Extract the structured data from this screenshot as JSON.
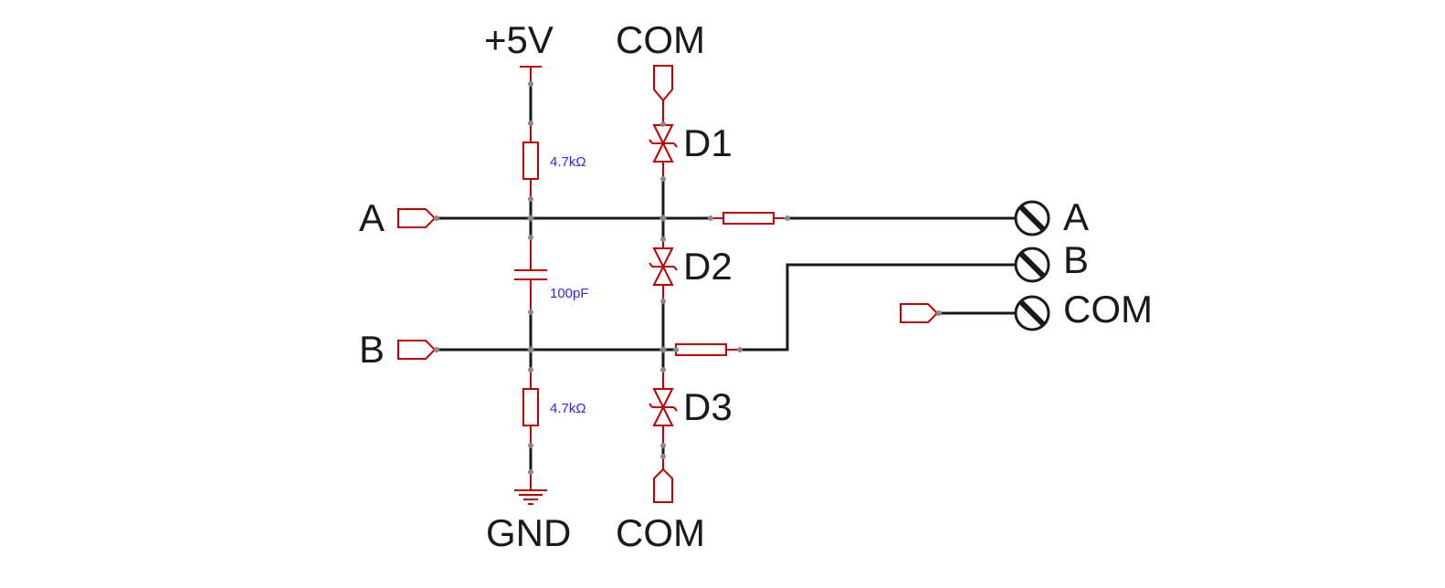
{
  "power": {
    "vcc_label": "+5V",
    "gnd_label": "GND",
    "com_top_label": "COM",
    "com_bottom_label": "COM"
  },
  "inputs": {
    "a_label": "A",
    "b_label": "B"
  },
  "components": {
    "r_pullup_value": "4.7kΩ",
    "r_pulldown_value": "4.7kΩ",
    "capacitor_value": "100pF",
    "diode1_label": "D1",
    "diode2_label": "D2",
    "diode3_label": "D3"
  },
  "terminals": {
    "a_label": "A",
    "b_label": "B",
    "com_label": "COM"
  },
  "colors": {
    "wire": "#1a1a1a",
    "component": "#c00000",
    "value_text": "#2b2bff",
    "junction": "#8a8a8a"
  }
}
